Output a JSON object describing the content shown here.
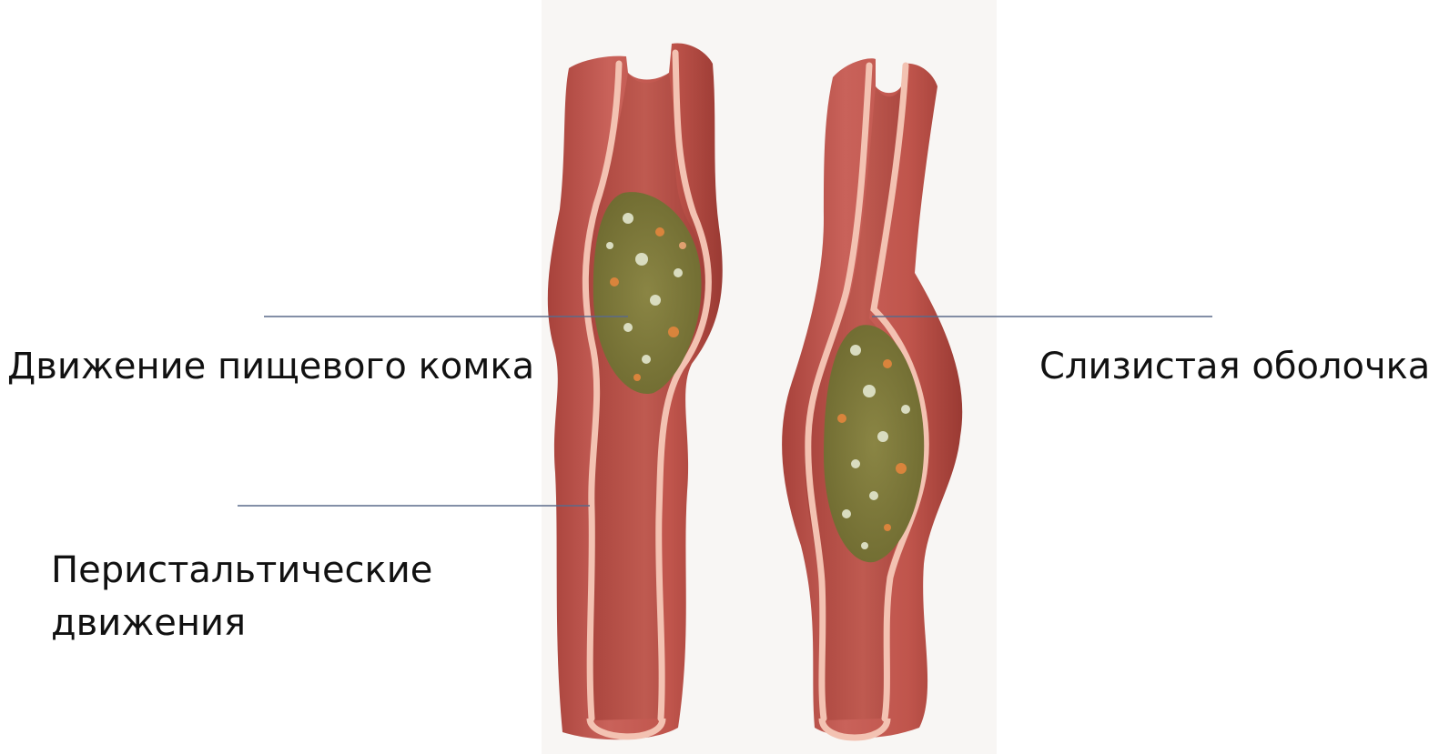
{
  "labels": {
    "bolus_movement": "Движение пищевого комка",
    "mucosa": "Слизистая оболочка",
    "peristalsis_line1": "Перистальтические",
    "peristalsis_line2": "движения"
  },
  "colors": {
    "muscle_wall": "#c4584e",
    "muscle_dark": "#9e3a34",
    "lumen": "#b54a42",
    "mucosa_line": "#f3c2b2",
    "bolus": "#7d7a3a",
    "bolus_speck_light": "#d9dcc0",
    "bolus_speck_orange": "#d9843c",
    "leader_line": "#5a6a8a",
    "photo_panel": "#f8f6f4"
  }
}
